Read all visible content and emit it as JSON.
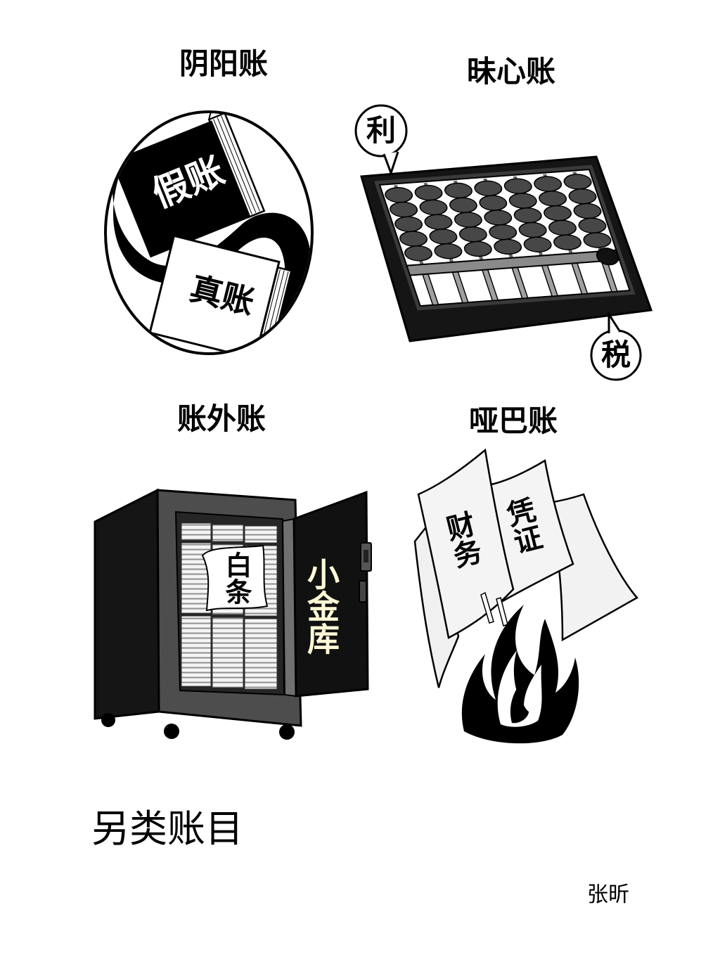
{
  "yinyang": {
    "title": "阴阳账",
    "fake_book": "假账",
    "real_book": "真账"
  },
  "conscience": {
    "title": "昧心账",
    "profit_bubble": "利",
    "tax_bubble": "税"
  },
  "offbook": {
    "title": "账外账",
    "iou_note": "白条",
    "safe_door": "小金库"
  },
  "mute": {
    "title": "哑巴账",
    "paper_left": "财务",
    "paper_right": "凭证"
  },
  "caption": "另类账目",
  "author": "张昕",
  "palette": {
    "ink": "#000000",
    "door_text": "#fff8d6"
  }
}
